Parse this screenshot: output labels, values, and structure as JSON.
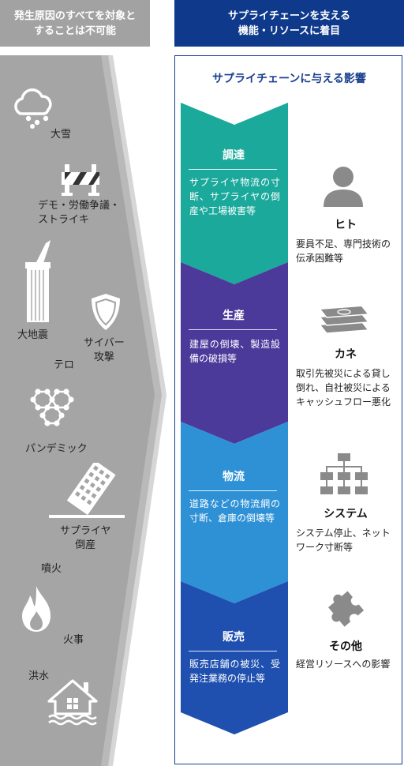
{
  "header": {
    "left": "発生原因のすべてを対象と\nすることは不可能",
    "right": "サプライチェーンを支える\n機能・リソースに着目"
  },
  "causes": {
    "snow": "大雪",
    "demo": "デモ・労働争議・\nストライキ",
    "earthquake": "大地震",
    "cyber": "サイバー\n攻撃",
    "terror": "テロ",
    "pandemic": "パンデミック",
    "supplier": "サプライヤ\n倒産",
    "eruption": "噴火",
    "fire": "火事",
    "flood": "洪水"
  },
  "impact_title": "サプライチェーンに与える影響",
  "stages": [
    {
      "title": "調達",
      "desc": "サプライヤ物流の寸断、サプライヤの倒産や工場被害等",
      "color": "#1aa99b"
    },
    {
      "title": "生産",
      "desc": "建屋の倒壊、製造設備の破損等",
      "color": "#4b3a9a"
    },
    {
      "title": "物流",
      "desc": "道路などの物流網の寸断、倉庫の倒壊等",
      "color": "#2e91d6"
    },
    {
      "title": "販売",
      "desc": "販売店舗の被災、受発注業務の停止等",
      "color": "#1f50b0"
    }
  ],
  "resources": [
    {
      "title": "ヒト",
      "desc": "要員不足、専門技術の伝承困難等"
    },
    {
      "title": "カネ",
      "desc": "取引先被災による貸し倒れ、自社被災によるキャッシュフロー悪化"
    },
    {
      "title": "システム",
      "desc": "システム停止、ネットワーク寸断等"
    },
    {
      "title": "その他",
      "desc": "経営リソースへの影響"
    }
  ]
}
